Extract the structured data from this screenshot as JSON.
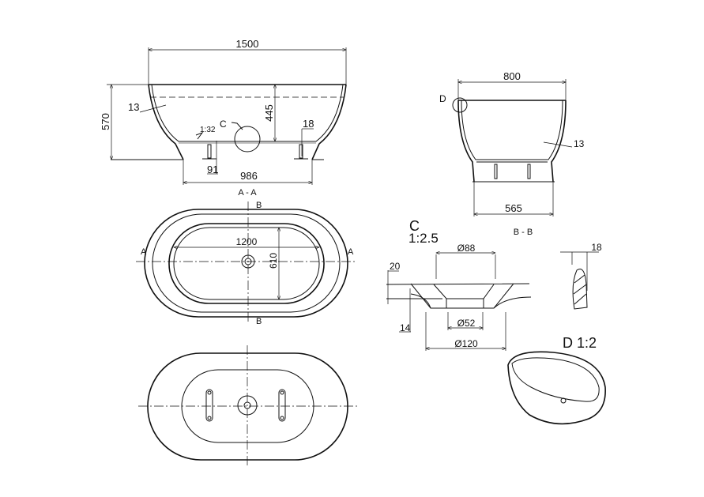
{
  "views": {
    "section_aa": {
      "label": "A - A",
      "dim_length": "1500",
      "dim_height": "570",
      "dim_depth": "445",
      "dim_wall": "13",
      "dim_base": "986",
      "dim_foot": "91",
      "dim_floor": "18",
      "slope": "1:32",
      "detail_ref": "C"
    },
    "section_bb": {
      "label": "B - B",
      "dim_width": "800",
      "dim_base": "565",
      "dim_wall": "13",
      "detail_ref": "D"
    },
    "plan": {
      "dim_inner_length": "1200",
      "dim_inner_width": "610",
      "cut_a_left": "A",
      "cut_a_right": "A",
      "cut_b_top": "B",
      "cut_b_bottom": "B"
    },
    "detail_c": {
      "title": "C",
      "scale": "1:2.5",
      "dim_top": "Ø88",
      "dim_bottom": "Ø52",
      "dim_outer": "Ø120",
      "dim_height": "20",
      "dim_thickness": "14"
    },
    "detail_d": {
      "title": "D 1:2",
      "dim_thickness": "18"
    }
  }
}
